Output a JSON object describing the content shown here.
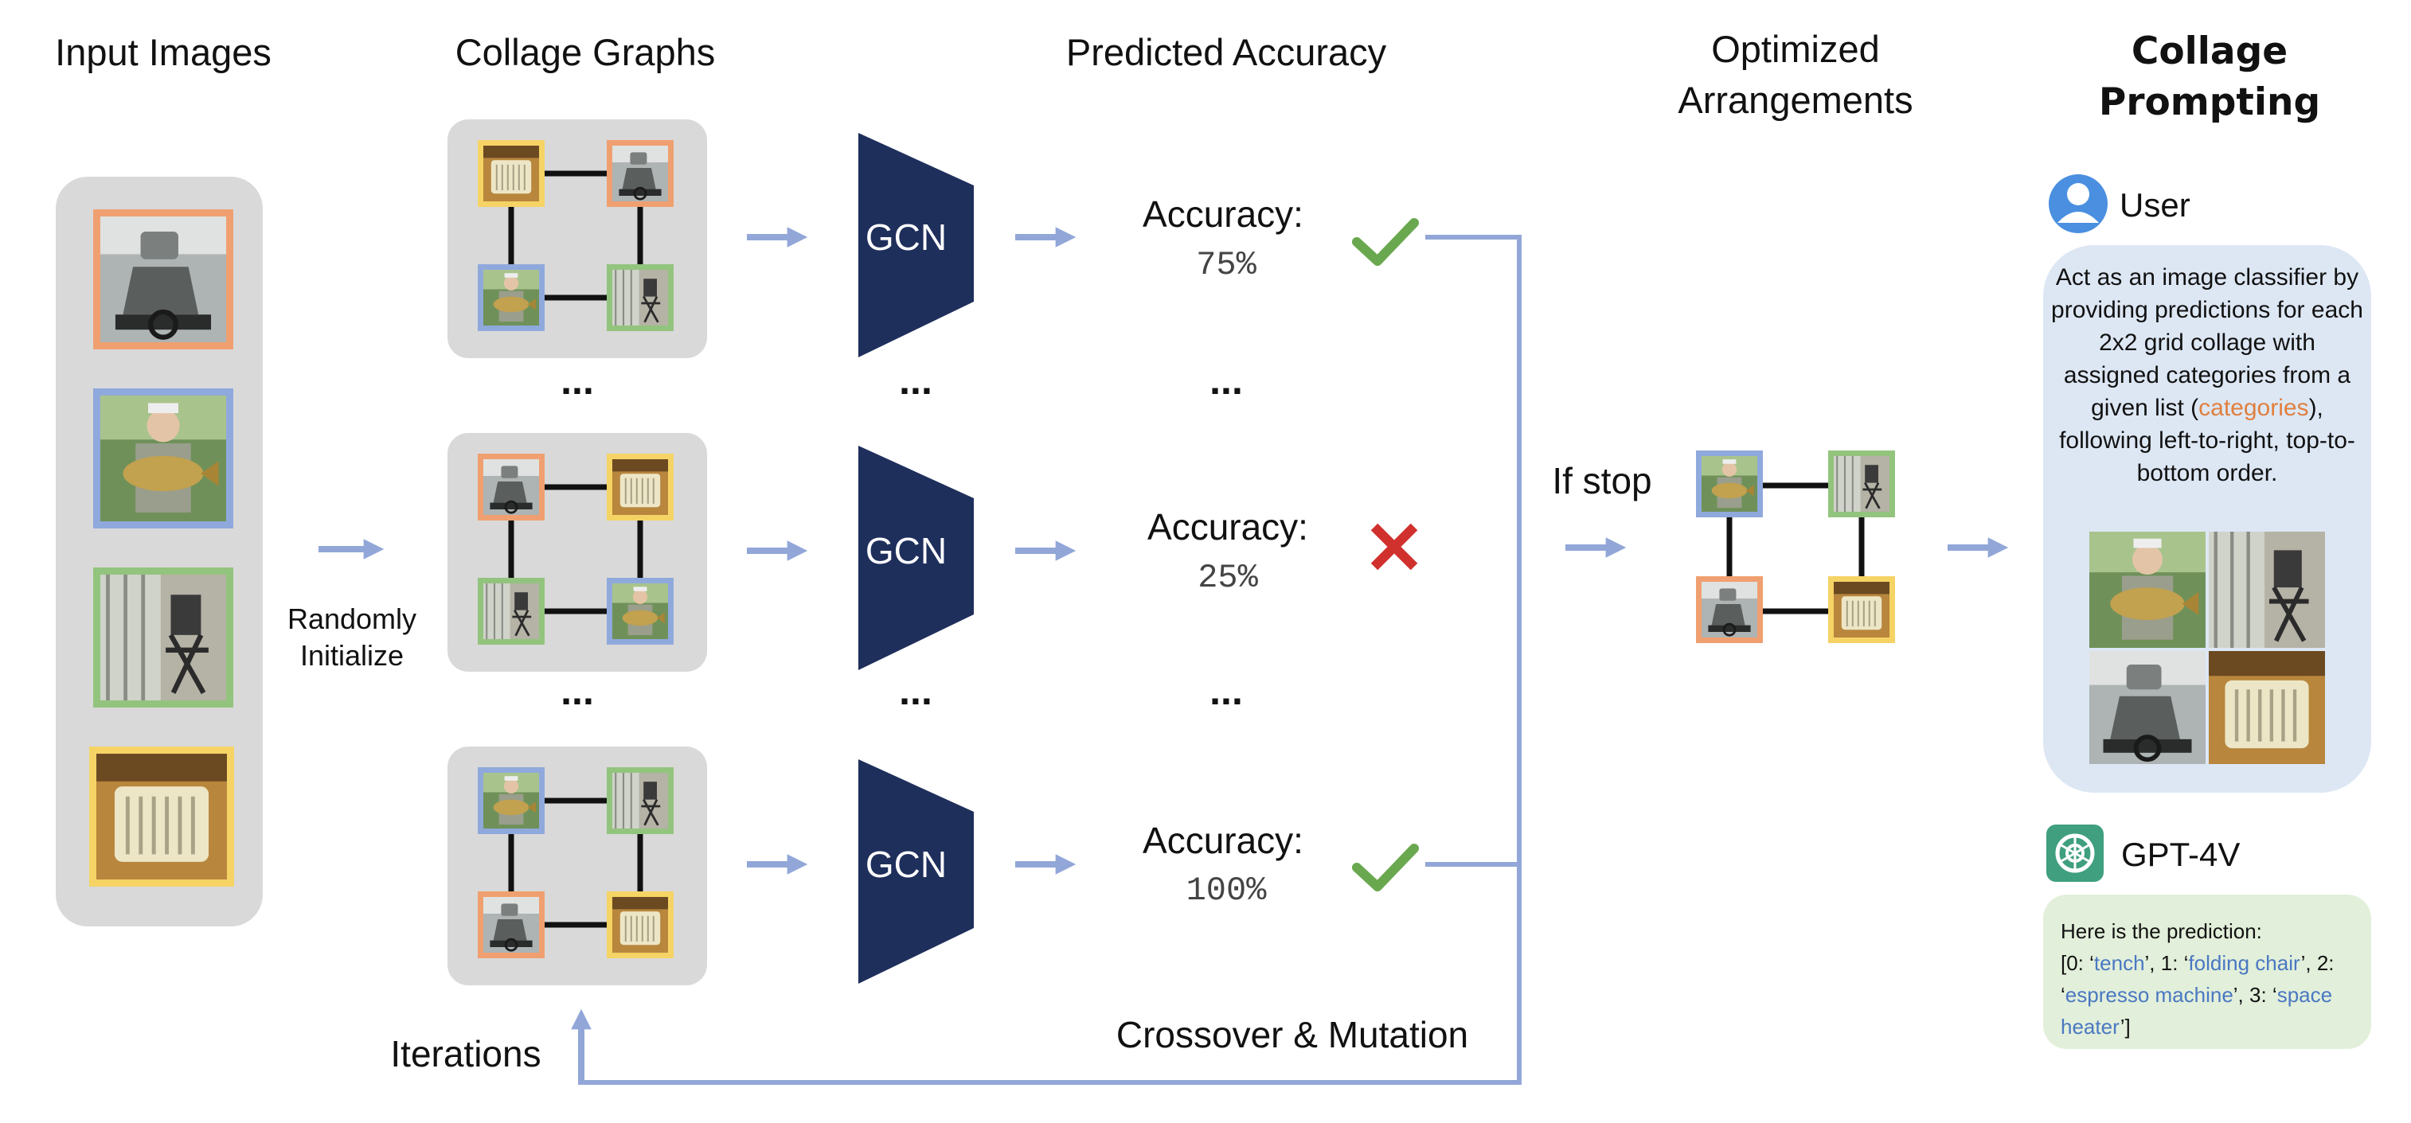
{
  "titles": {
    "input_images": "Input Images",
    "collage_graphs": "Collage Graphs",
    "predicted_accuracy": "Predicted Accuracy",
    "optimized_line1": "Optimized",
    "optimized_line2": "Arrangements",
    "collage_line1": "Collage",
    "collage_line2": "Prompting"
  },
  "labels": {
    "randomly_line1": "Randomly",
    "randomly_line2": "Initialize",
    "if_stop": "If stop",
    "iterations": "Iterations",
    "crossover": "Crossover & Mutation",
    "gcn": "GCN",
    "ellipsis": "..."
  },
  "accuracy_label": "Accuracy:",
  "rows": [
    {
      "accuracy": "75%",
      "result": "check"
    },
    {
      "accuracy": "25%",
      "result": "cross"
    },
    {
      "accuracy": "100%",
      "result": "check"
    }
  ],
  "user": {
    "name": "User",
    "prompt_before": "Act as an image classifier by providing predictions for each 2x2 grid collage with assigned categories from a given list (",
    "prompt_highlight": "categories",
    "prompt_after": "), following left-to-right, top-to-bottom order."
  },
  "gpt": {
    "name": "GPT-4V",
    "prediction_intro": "Here is the prediction:",
    "p0_pre": "[0: ‘",
    "p0": "tench",
    "p1_pre": "’, 1: ‘",
    "p1": "folding chair",
    "p2_pre": "’, 2: ‘",
    "p2": "espresso machine",
    "p3_pre": "’, 3: ‘",
    "p3": "space heater",
    "p_end": "’]"
  },
  "colors": {
    "arrow": "#92a7d8",
    "gcn": "#1f2f5c",
    "check": "#6aa84f",
    "cross": "#d0312d",
    "frame_orange": "#f0a070",
    "frame_blue": "#8fa9dc",
    "frame_green": "#93c47d",
    "frame_yellow": "#f6d365",
    "user_bubble": "#dde7f4",
    "gpt_bubble": "#e2efda",
    "gpt_logo": "#3f9f7f",
    "highlight_orange": "#e07f3f",
    "highlight_blue": "#4a78c2"
  }
}
